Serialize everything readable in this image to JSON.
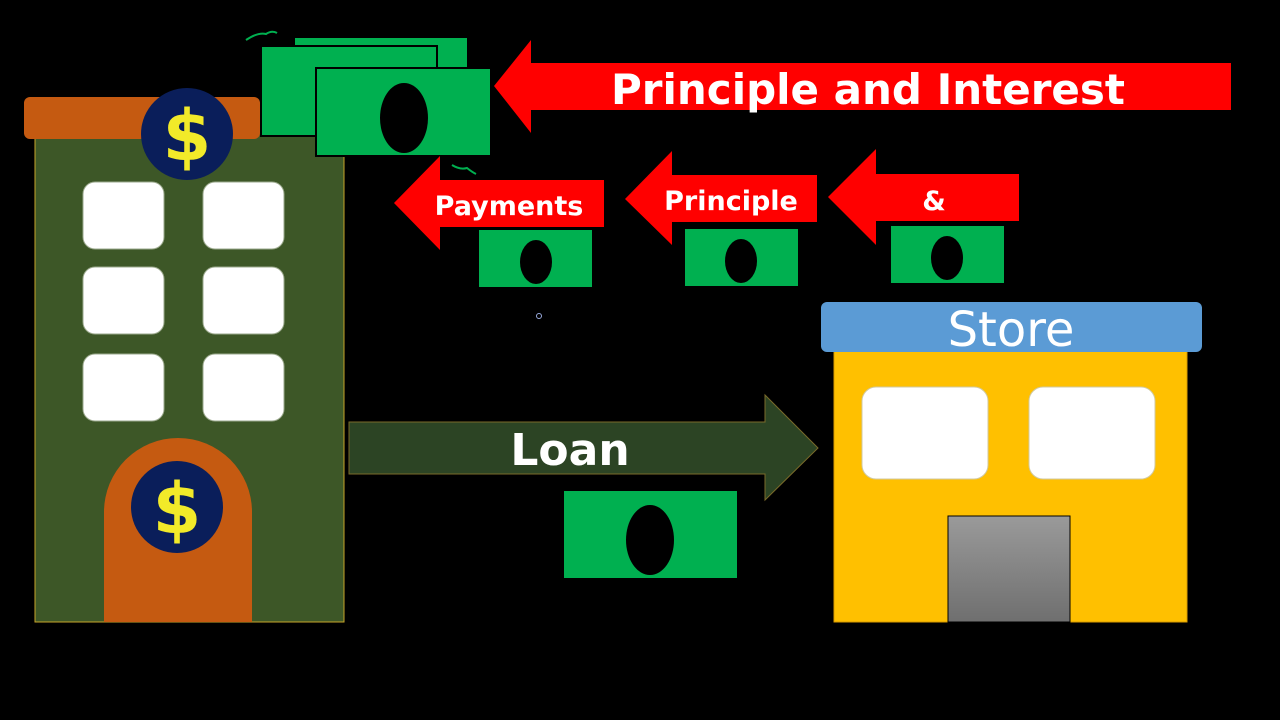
{
  "labels": {
    "principle_and_interest": "Principle and Interest",
    "payments": "Payments",
    "principle": "Principle",
    "ampersand": "&",
    "loan": "Loan",
    "store": "Store",
    "dollar_sign": "$"
  },
  "colors": {
    "background": "#000000",
    "red_arrow": "#ff0000",
    "loan_arrow": "#2c4424",
    "money_green": "#00b050",
    "bank_body": "#3d5727",
    "bank_roof": "#c55a11",
    "coin_navy": "#0a1e5a",
    "dollar_yellow": "#f2ea29",
    "store_body": "#ffc000",
    "store_sign": "#5b9bd5",
    "store_door": "#8a8a8a"
  },
  "icons": [
    "bank-building",
    "store-building",
    "dollar-coin",
    "banknote"
  ]
}
